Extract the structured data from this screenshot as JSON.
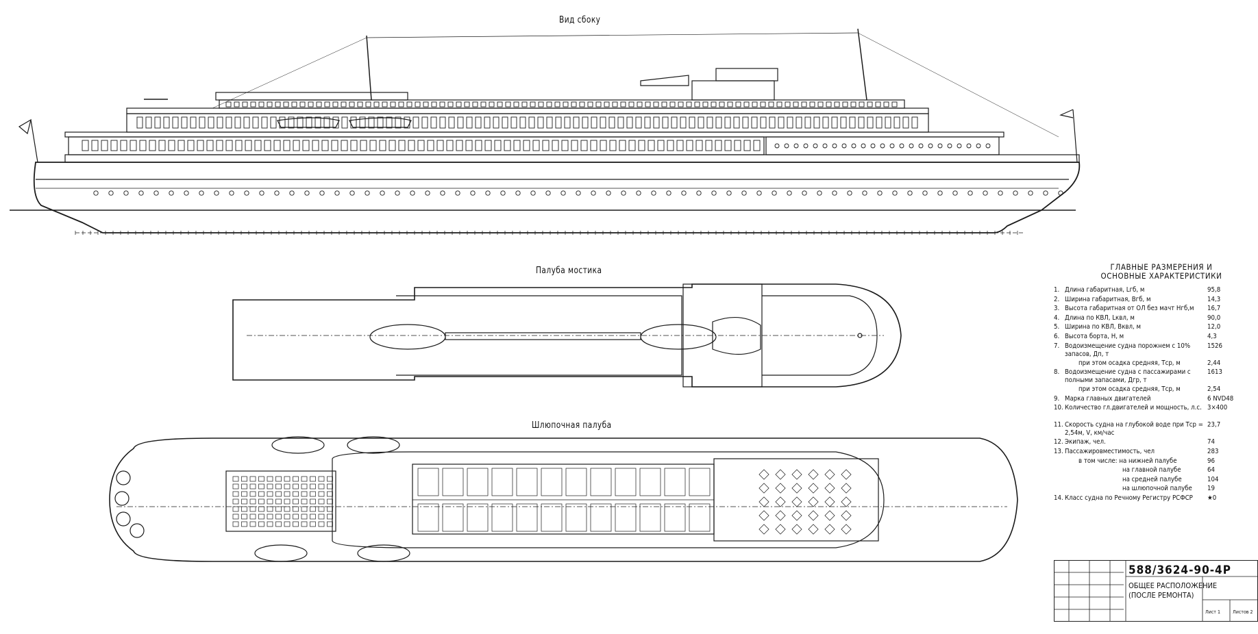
{
  "views": {
    "side": "Вид сбоку",
    "bridge": "Палуба мостика",
    "boat": "Шлюпочная палуба"
  },
  "specs": {
    "title_1": "ГЛАВНЫЕ РАЗМЕРЕНИЯ И",
    "title_2": "ОСНОВНЫЕ ХАРАКТЕРИСТИКИ",
    "rows": [
      {
        "n": "1.",
        "t": "Длина габаритная, Lгб, м",
        "v": "95,8"
      },
      {
        "n": "2.",
        "t": "Ширина габаритная, Bгб, м",
        "v": "14,3"
      },
      {
        "n": "3.",
        "t": "Высота габаритная от ОЛ без мачт Нгб,м",
        "v": "16,7"
      },
      {
        "n": "4.",
        "t": "Длина по КВЛ, Lквл, м",
        "v": "90,0"
      },
      {
        "n": "5.",
        "t": "Ширина по КВЛ, Bквл, м",
        "v": "12,0"
      },
      {
        "n": "6.",
        "t": "Высота борта, Н, м",
        "v": "4,3"
      },
      {
        "n": "7.",
        "t": "Водоизмещение судна порожнем с 10% запасов, Дп, т",
        "v": "1526"
      },
      {
        "n": "",
        "t": "при этом осадка средняя, Тср, м",
        "v": "2,44"
      },
      {
        "n": "8.",
        "t": "Водоизмещение судна с пассажирами с полными запасами, Дгр, т",
        "v": "1613"
      },
      {
        "n": "",
        "t": "при этом осадка средняя, Тср, м",
        "v": "2,54"
      },
      {
        "n": "9.",
        "t": "Марка главных двигателей",
        "v": "6 NVD48"
      },
      {
        "n": "10.",
        "t": "Количество гл.двигателей и мощность, л.с.",
        "v": "3×400"
      },
      {
        "n": "11.",
        "t": "Скорость судна на глубокой воде при Тср = 2,54м, V, км/час",
        "v": "23,7"
      },
      {
        "n": "12.",
        "t": "Экипаж, чел.",
        "v": "74"
      },
      {
        "n": "13.",
        "t": "Пассажировместимость, чел",
        "v": "283"
      },
      {
        "n": "",
        "t": "в том числе: на нижней палубе",
        "v": "96"
      },
      {
        "n": "",
        "t": "на главной палубе",
        "v": "64"
      },
      {
        "n": "",
        "t": "на средней палубе",
        "v": "104"
      },
      {
        "n": "",
        "t": "на шлюпочной палубе",
        "v": "19"
      },
      {
        "n": "14.",
        "t": "Класс судна по Речному Регистру РСФСР",
        "v": "★0"
      }
    ]
  },
  "stamp": {
    "code": "588/3624-90-4Р",
    "title_1": "ОБЩЕЕ РАСПОЛОЖЕНИЕ",
    "title_2": "(ПОСЛЕ РЕМОНТА)",
    "sheet": "Лист 1",
    "sheets": "Листов 2"
  },
  "colors": {
    "ink": "#1a1a1a",
    "paper": "#ffffff"
  }
}
